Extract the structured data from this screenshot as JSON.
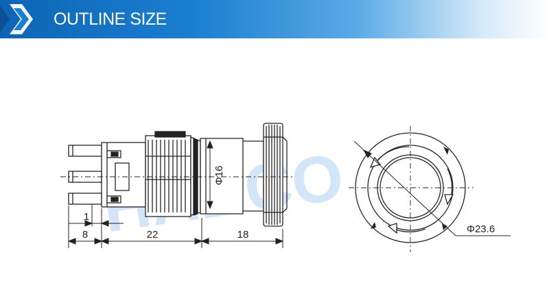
{
  "header": {
    "title": "OUTLINE SIZE"
  },
  "watermark": {
    "text": "HABCO"
  },
  "dimensions": {
    "pin_width": "1",
    "terminal_length": "8",
    "body_length": "22",
    "head_length": "18",
    "shank_diameter": "Φ16",
    "head_diameter": "Φ23.6"
  },
  "colors": {
    "banner": "#0e64b4",
    "line": "#222222",
    "watermark": "#3a8ee0"
  }
}
